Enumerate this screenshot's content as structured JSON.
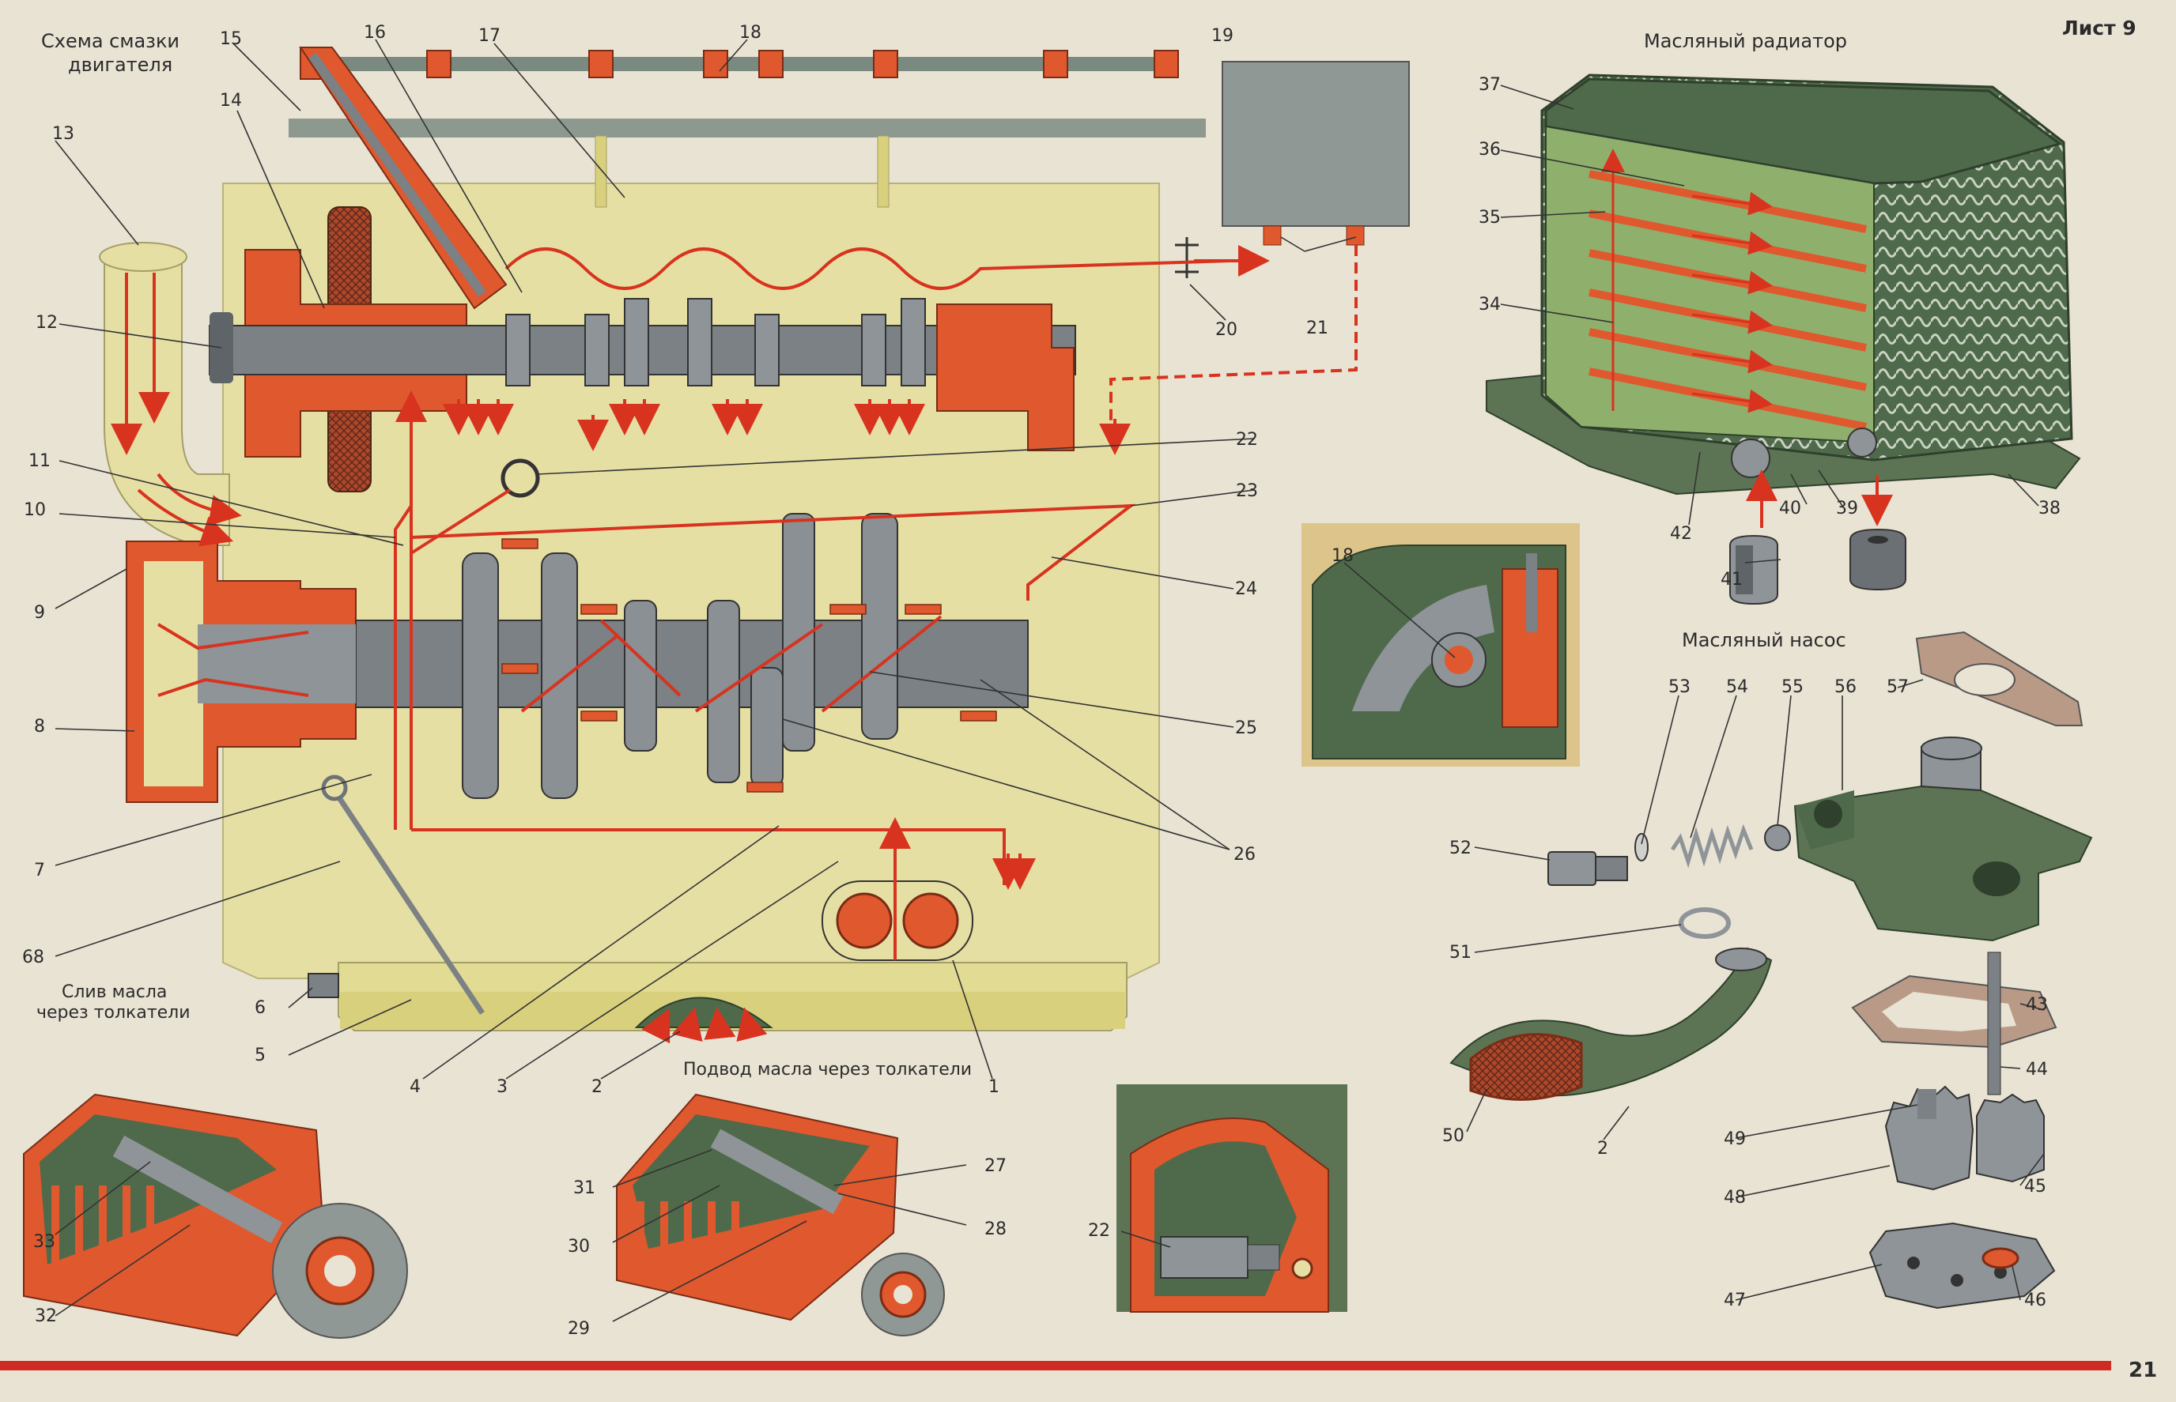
{
  "header": {
    "sheet": "Лист 9",
    "page_number": "21"
  },
  "titles": {
    "scheme_line1": "Схема  смазки",
    "scheme_line2": "двигателя",
    "radiator": "Масляный радиатор",
    "pump": "Масляный насос",
    "drain_line1": "Слив масла",
    "drain_line2": "через толкатели",
    "supply": "Подвод масла через толкатели"
  },
  "callouts": {
    "c1": "1",
    "c2": "2",
    "c2b": "2",
    "c3": "3",
    "c4": "4",
    "c5": "5",
    "c6": "6",
    "c7": "7",
    "c8": "8",
    "c9": "9",
    "c10": "10",
    "c11": "11",
    "c12": "12",
    "c13": "13",
    "c14": "14",
    "c15": "15",
    "c16": "16",
    "c17": "17",
    "c18": "18",
    "c18b": "18",
    "c19": "19",
    "c20": "20",
    "c21": "21",
    "c22": "22",
    "c22b": "22",
    "c23": "23",
    "c24": "24",
    "c25": "25",
    "c26": "26",
    "c27": "27",
    "c28": "28",
    "c29": "29",
    "c30": "30",
    "c31": "31",
    "c32": "32",
    "c33": "33",
    "c34": "34",
    "c35": "35",
    "c36": "36",
    "c37": "37",
    "c38": "38",
    "c39": "39",
    "c40": "40",
    "c41": "41",
    "c42": "42",
    "c43": "43",
    "c44": "44",
    "c45": "45",
    "c46": "46",
    "c47": "47",
    "c48": "48",
    "c49": "49",
    "c50": "50",
    "c51": "51",
    "c52": "52",
    "c53": "53",
    "c54": "54",
    "c55": "55",
    "c56": "56",
    "c57": "57",
    "c68": "68"
  },
  "colors": {
    "background": "#e9e3d4",
    "crankcase": "#e6dfa4",
    "oil_flow": "#d8331f",
    "metal_orange": "#e0582d",
    "metal_grey": "#7b8185",
    "housing_green": "#5c7454",
    "unit_grey": "#8f9894"
  }
}
